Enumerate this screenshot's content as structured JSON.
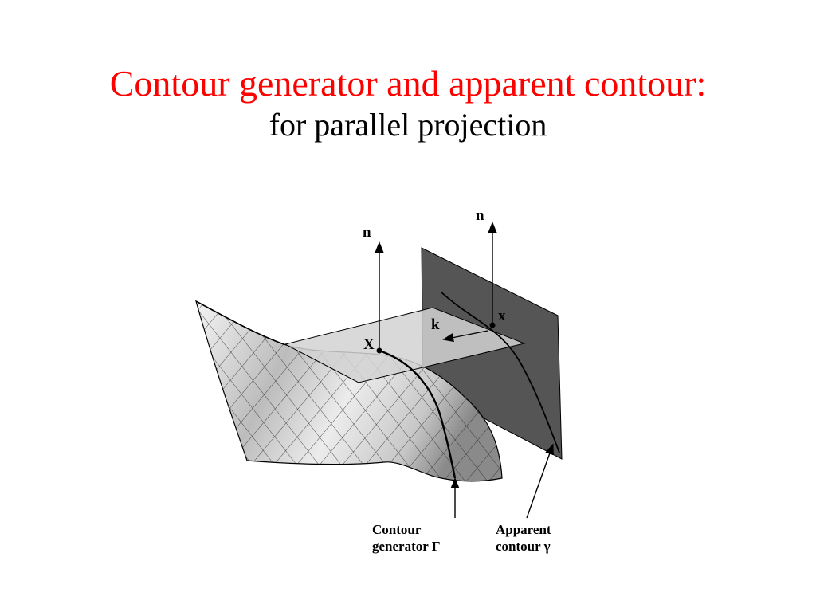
{
  "slide": {
    "title": "Contour generator and apparent contour:",
    "subtitle": "for parallel projection"
  },
  "figure": {
    "normal_label_left": "n",
    "normal_label_right": "n",
    "point_X_label": "X",
    "point_x_label": "x",
    "direction_label": "k",
    "caption_contour_generator_line1": "Contour",
    "caption_contour_generator_line2": "generator Γ",
    "caption_apparent_contour_line1": "Apparent",
    "caption_apparent_contour_line2": "contour γ"
  },
  "colors": {
    "title": "#ff0000",
    "subtitle": "#000000",
    "image_plane": "#555555",
    "tangent_plane": "#d2d2d2"
  }
}
